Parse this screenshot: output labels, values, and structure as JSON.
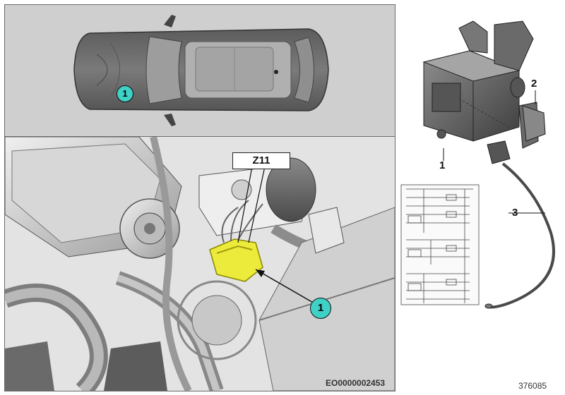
{
  "top_view": {
    "callout": "1"
  },
  "engine_view": {
    "connector_label": "Z11",
    "callout": "1",
    "image_code": "EO0000002453"
  },
  "parts": {
    "part1": "1",
    "part2": "2",
    "part3": "3"
  },
  "diagram_number": "376085"
}
